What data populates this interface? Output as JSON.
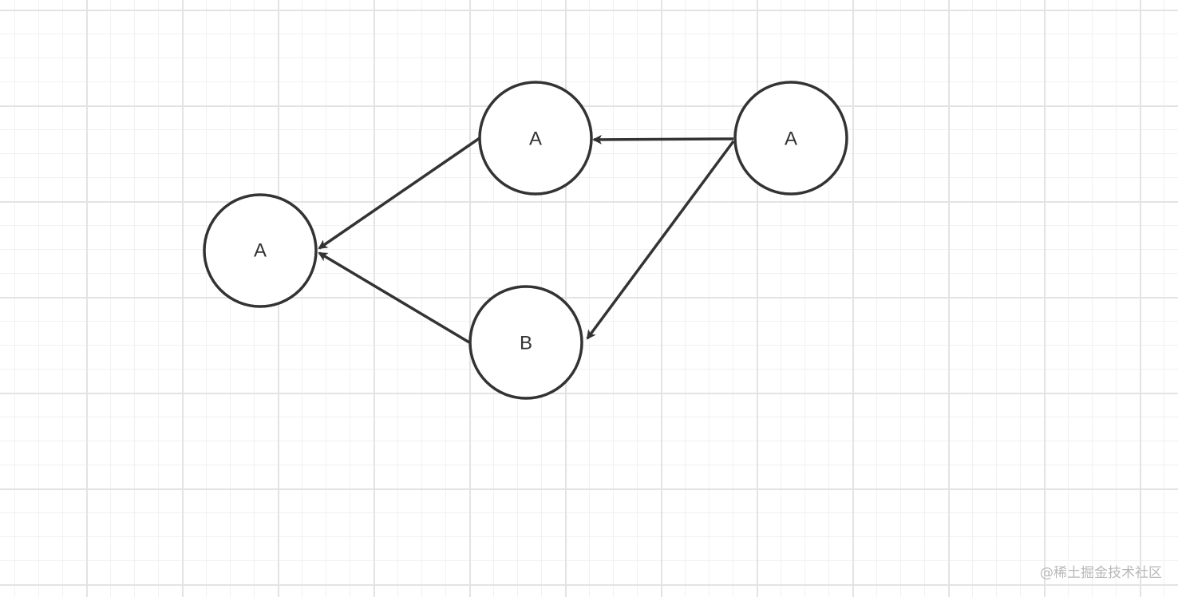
{
  "diagram": {
    "nodes": [
      {
        "id": "n-left",
        "label": "A"
      },
      {
        "id": "n-top-mid",
        "label": "A"
      },
      {
        "id": "n-top-right",
        "label": "A"
      },
      {
        "id": "n-bottom-mid",
        "label": "B"
      }
    ],
    "edges": [
      {
        "from": "n-top-right",
        "to": "n-top-mid"
      },
      {
        "from": "n-top-right",
        "to": "n-bottom-mid"
      },
      {
        "from": "n-top-mid",
        "to": "n-left"
      },
      {
        "from": "n-bottom-mid",
        "to": "n-left"
      }
    ],
    "stroke_color": "#333333",
    "fill_color": "#ffffff"
  },
  "watermark": {
    "text": "@稀土掘金技术社区"
  }
}
